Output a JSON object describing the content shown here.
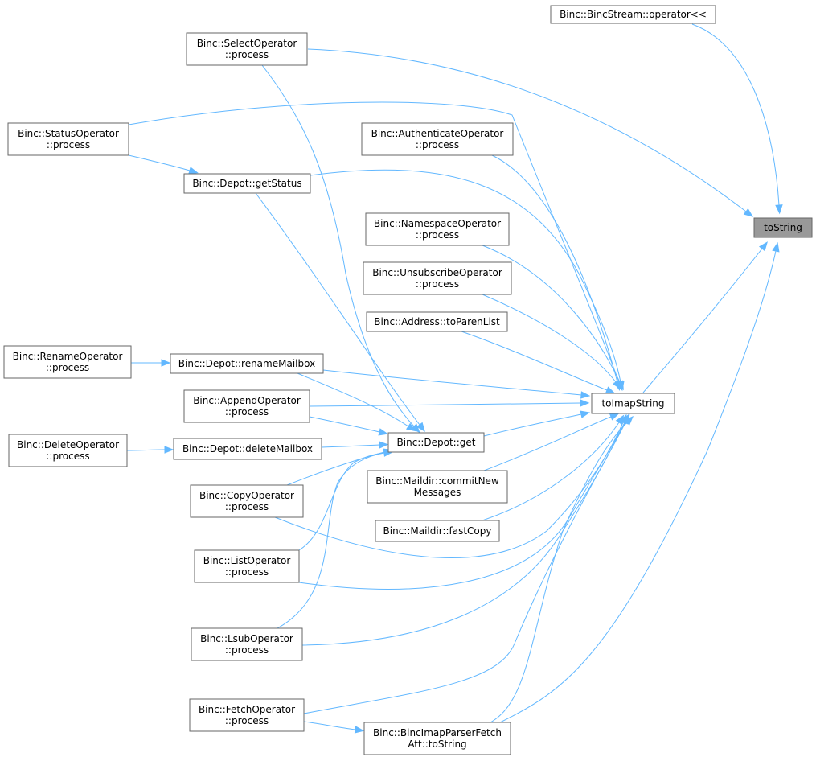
{
  "edge_color": "#63b8ff",
  "node_border_color": "#666666",
  "current_node_color": "#999999",
  "nodes": {
    "toString": [
      "toString"
    ],
    "toImapString": [
      "toImapString"
    ],
    "bincStreamOp": [
      "Binc::BincStream::operator<<"
    ],
    "selectOp": [
      "Binc::SelectOperator",
      "::process"
    ],
    "statusOp": [
      "Binc::StatusOperator",
      "::process"
    ],
    "authOp": [
      "Binc::AuthenticateOperator",
      "::process"
    ],
    "depotGetStatus": [
      "Binc::Depot::getStatus"
    ],
    "namespaceOp": [
      "Binc::NamespaceOperator",
      "::process"
    ],
    "unsubscribeOp": [
      "Binc::UnsubscribeOperator",
      "::process"
    ],
    "addressToParen": [
      "Binc::Address::toParenList"
    ],
    "renameOp": [
      "Binc::RenameOperator",
      "::process"
    ],
    "depotRename": [
      "Binc::Depot::renameMailbox"
    ],
    "appendOp": [
      "Binc::AppendOperator",
      "::process"
    ],
    "depotGet": [
      "Binc::Depot::get"
    ],
    "deleteOp": [
      "Binc::DeleteOperator",
      "::process"
    ],
    "depotDelete": [
      "Binc::Depot::deleteMailbox"
    ],
    "maildirCommit": [
      "Binc::Maildir::commitNew",
      "Messages"
    ],
    "copyOp": [
      "Binc::CopyOperator",
      "::process"
    ],
    "maildirFastCopy": [
      "Binc::Maildir::fastCopy"
    ],
    "listOp": [
      "Binc::ListOperator",
      "::process"
    ],
    "lsubOp": [
      "Binc::LsubOperator",
      "::process"
    ],
    "fetchOp": [
      "Binc::FetchOperator",
      "::process"
    ],
    "fetchAttToString": [
      "Binc::BincImapParserFetch",
      "Att::toString"
    ]
  },
  "current_node": "toString",
  "edges": [
    [
      "bincStreamOp",
      "toString"
    ],
    [
      "selectOp",
      "toString"
    ],
    [
      "toImapString",
      "toString"
    ],
    [
      "fetchAttToString",
      "toString"
    ],
    [
      "statusOp",
      "toImapString"
    ],
    [
      "authOp",
      "toImapString"
    ],
    [
      "depotGetStatus",
      "toImapString"
    ],
    [
      "namespaceOp",
      "toImapString"
    ],
    [
      "unsubscribeOp",
      "toImapString"
    ],
    [
      "addressToParen",
      "toImapString"
    ],
    [
      "depotRename",
      "toImapString"
    ],
    [
      "appendOp",
      "toImapString"
    ],
    [
      "depotGet",
      "toImapString"
    ],
    [
      "maildirCommit",
      "toImapString"
    ],
    [
      "maildirFastCopy",
      "toImapString"
    ],
    [
      "copyOp",
      "toImapString"
    ],
    [
      "listOp",
      "toImapString"
    ],
    [
      "lsubOp",
      "toImapString"
    ],
    [
      "fetchOp",
      "toImapString"
    ],
    [
      "fetchAttToString",
      "toImapString"
    ],
    [
      "statusOp",
      "depotGetStatus"
    ],
    [
      "renameOp",
      "depotRename"
    ],
    [
      "deleteOp",
      "depotDelete"
    ],
    [
      "fetchOp",
      "fetchAttToString"
    ],
    [
      "selectOp",
      "depotGet"
    ],
    [
      "depotGetStatus",
      "depotGet"
    ],
    [
      "depotRename",
      "depotGet"
    ],
    [
      "appendOp",
      "depotGet"
    ],
    [
      "depotDelete",
      "depotGet"
    ],
    [
      "copyOp",
      "depotGet"
    ],
    [
      "listOp",
      "depotGet"
    ],
    [
      "lsubOp",
      "depotGet"
    ]
  ]
}
